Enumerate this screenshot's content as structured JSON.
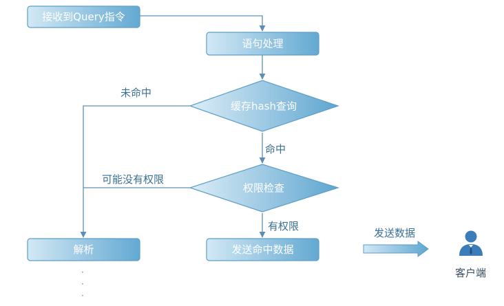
{
  "nodes": {
    "receive": "接收到Query指令",
    "process": "语句处理",
    "cache": "缓存hash查询",
    "permission": "权限检查",
    "parse": "解析",
    "send_hit": "发送命中数据"
  },
  "edges": {
    "miss": "未命中",
    "hit": "命中",
    "maybe_no_permission": "可能没有权限",
    "has_permission": "有权限",
    "send_data": "发送数据"
  },
  "client": {
    "label": "客户端",
    "icon": "user-icon"
  },
  "continuation": "·",
  "colors": {
    "box_fill_light": "#cfe6f4",
    "box_fill_dark": "#6aaed4",
    "box_border": "#5d9ec7",
    "line": "#5d8fb6",
    "label": "#3a6f96",
    "icon": "#3c7cb8"
  }
}
